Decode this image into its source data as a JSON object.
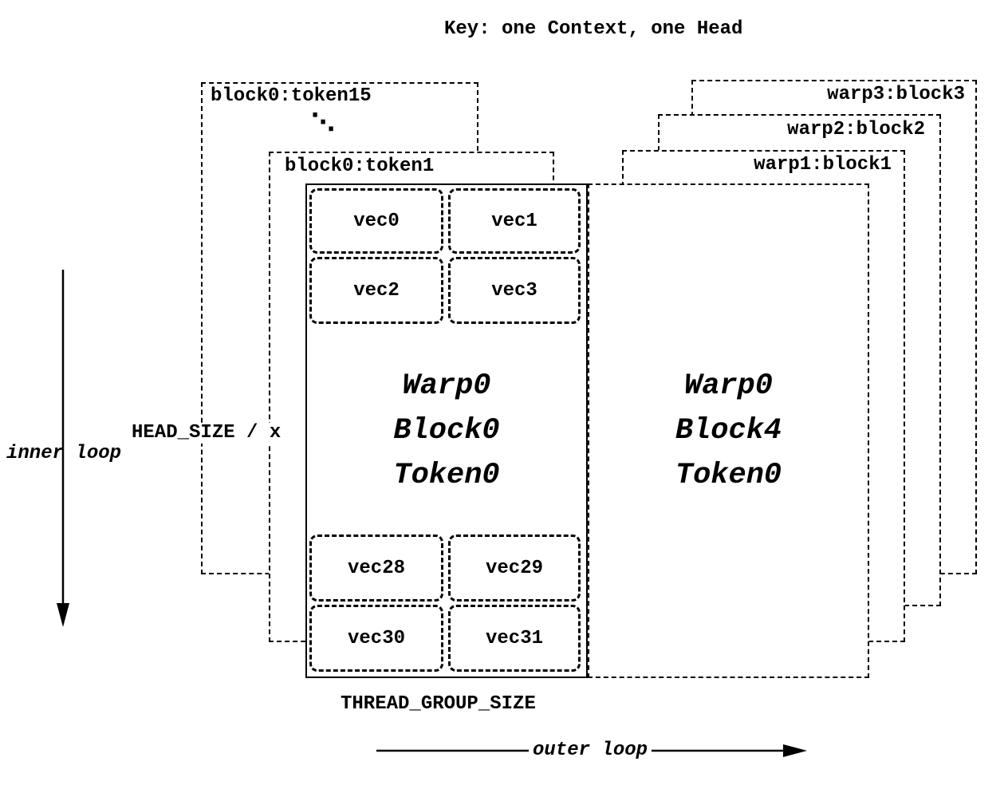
{
  "title": "Key: one Context, one Head",
  "stacked_blocks": {
    "block0_token15": "block0:token15",
    "ellipsis": "⋱",
    "block0_token1": "block0:token1",
    "warp3_block3": "warp3:block3",
    "warp2_block2": "warp2:block2",
    "warp1_block1": "warp1:block1"
  },
  "left_block": {
    "lines": [
      "Warp0",
      "Block0",
      "Token0"
    ],
    "top_vecs": [
      "vec0",
      "vec1",
      "vec2",
      "vec3"
    ],
    "bottom_vecs": [
      "vec28",
      "vec29",
      "vec30",
      "vec31"
    ]
  },
  "right_block": {
    "lines": [
      "Warp0",
      "Block4",
      "Token0"
    ]
  },
  "axis_labels": {
    "inner_loop": "inner loop",
    "outer_loop": "outer loop",
    "head_size": "HEAD_SIZE / x",
    "thread_group_size": "THREAD_GROUP_SIZE"
  },
  "colors": {
    "line": "#000000",
    "background": "#ffffff"
  }
}
